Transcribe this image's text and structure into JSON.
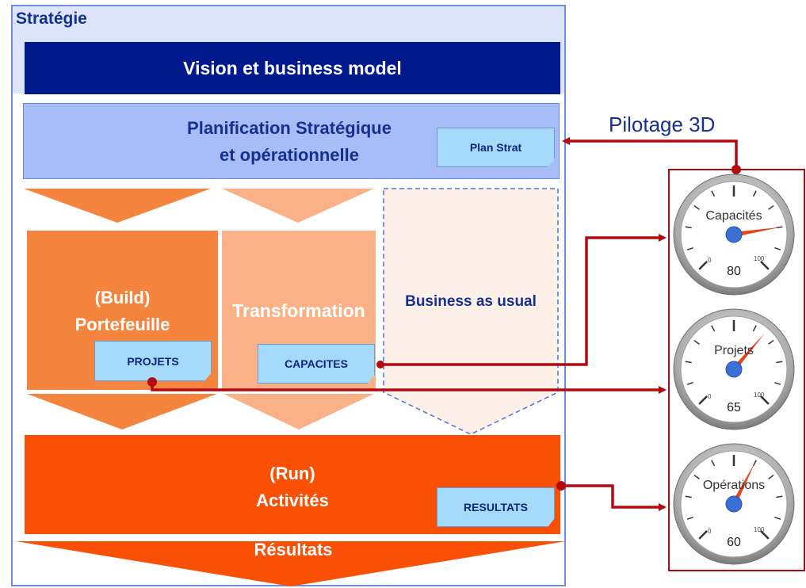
{
  "frame": {
    "title": "Stratégie"
  },
  "vision": {
    "label": "Vision et business model"
  },
  "planification": {
    "line1": "Planification Stratégique",
    "line2": "et opérationnelle",
    "note": "Plan Strat"
  },
  "build": {
    "line1": "(Build)",
    "line2": "Portefeuille",
    "note": "PROJETS"
  },
  "transformation": {
    "label": "Transformation",
    "note": "CAPACITES"
  },
  "business_as_usual": {
    "label": "Business as usual"
  },
  "run": {
    "line1": "(Run)",
    "line2": "Activités",
    "note": "RESULTATS"
  },
  "resultats": {
    "label": "Résultats"
  },
  "pilotage": {
    "title": "Pilotage 3D"
  },
  "gauges": [
    {
      "label": "Capacités",
      "value": 80,
      "min_label": "0",
      "max_label": "100"
    },
    {
      "label": "Projets",
      "value": 65,
      "min_label": "0",
      "max_label": "100"
    },
    {
      "label": "Opérations",
      "value": 60,
      "min_label": "0",
      "max_label": "100"
    }
  ],
  "colors": {
    "vision": "#00198c",
    "planification": "#a8bcf8",
    "build": "#f5843e",
    "transformation": "#fbb187",
    "business_as_usual": "#fdf0e8",
    "run": "#fa5006",
    "note": "#a6dafb",
    "connector": "#b30a10",
    "needle": "#e8441c",
    "hub": "#3a6fd6"
  }
}
